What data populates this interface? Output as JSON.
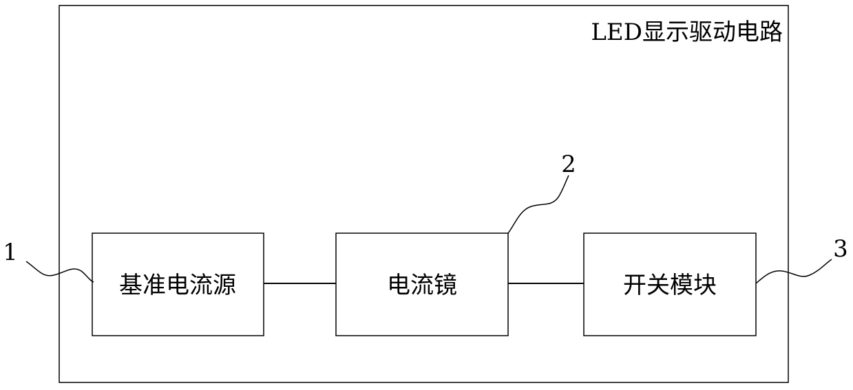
{
  "diagram": {
    "title": "LED显示驱动电路",
    "blocks": [
      {
        "id": "reference-current-source",
        "label": "基准电流源"
      },
      {
        "id": "current-mirror",
        "label": "电流镜"
      },
      {
        "id": "switch-module",
        "label": "开关模块"
      }
    ],
    "references": [
      {
        "id": "ref-1",
        "label": "1"
      },
      {
        "id": "ref-2",
        "label": "2"
      },
      {
        "id": "ref-3",
        "label": "3"
      }
    ]
  }
}
